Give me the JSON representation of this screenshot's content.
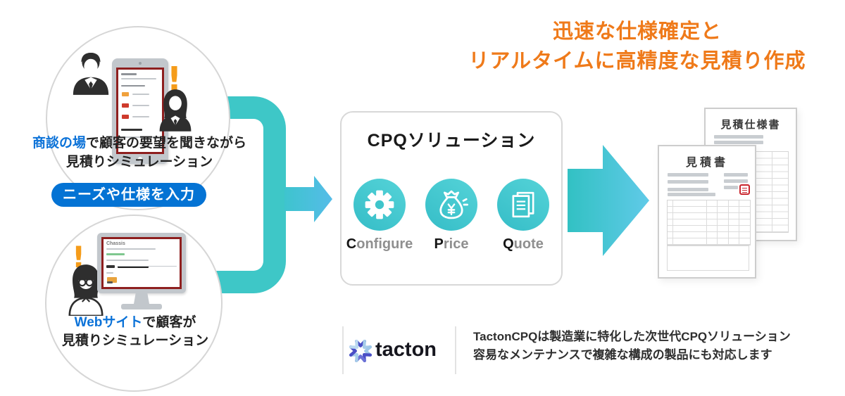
{
  "heading": {
    "line1": "迅速な仕様確定と",
    "line2": "リアルタイムに高精度な見積り作成"
  },
  "scene_top": {
    "highlight": "商談の場",
    "rest": "で顧客の要望を聞きながら",
    "line2": "見積りシミュレーション",
    "alert": "!"
  },
  "input_badge": {
    "label": "ニーズや仕様を入力"
  },
  "scene_bottom": {
    "highlight": "Webサイト",
    "rest": "で顧客が",
    "line2": "見積りシミュレーション",
    "alert": "!",
    "screen_title": "Chassis"
  },
  "cpq": {
    "title": "CPQソリューション",
    "items": [
      {
        "icon": "gear-icon",
        "initial": "C",
        "rest": "onfigure"
      },
      {
        "icon": "money-bag-icon",
        "initial": "P",
        "rest": "rice",
        "symbol": "¥"
      },
      {
        "icon": "quote-documents-icon",
        "initial": "Q",
        "rest": "uote"
      }
    ]
  },
  "documents": {
    "back_title": "見積仕様書",
    "front_title": "見積書"
  },
  "footer": {
    "brand": "tacton",
    "line1": "TactonCPQは製造業に特化した次世代CPQソリューション",
    "line2": "容易なメンテナンスで複雑な構成の製品にも対応します"
  },
  "colors": {
    "teal": "#3EC7C7",
    "arrow_blue": "#57BDE8",
    "heading_orange": "#EF7A1A",
    "badge_blue": "#0473D4",
    "link_blue": "#0B72D8",
    "alert_orange": "#F59C1A",
    "seal_red": "#C9252D"
  }
}
